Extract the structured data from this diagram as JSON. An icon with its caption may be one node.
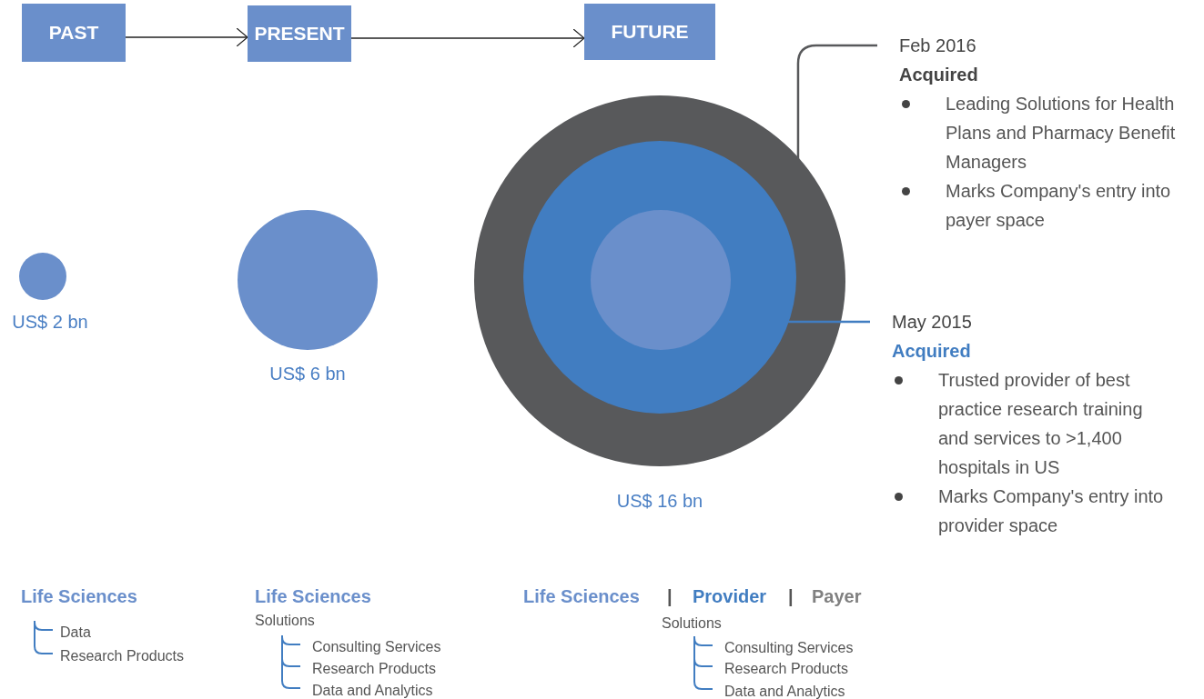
{
  "diagram": {
    "nodes": [
      {
        "text": [
          "PAST"
        ]
      },
      {
        "text": [
          "PRESENT"
        ]
      },
      {
        "text": [
          "FUTURE"
        ]
      },
      {
        "text": [],
        "shape": "circle",
        "beside": [
          "US$ 2 bn"
        ]
      },
      {
        "text": [],
        "shape": "circle",
        "beside": [
          "US$ 6 bn"
        ]
      },
      {
        "text": [],
        "shape": "circle",
        "beside": [
          "US$ 16 bn"
        ]
      },
      {
        "text": [],
        "shape": "circle",
        "in": 5
      },
      {
        "text": [],
        "shape": "circle",
        "in": 6
      },
      {
        "text": [
          "Feb 2016",
          "Acquired",
          "Leading Solutions for Health Plans and Pharmacy Benefit Managers",
          "Marks Company's entry into payer space"
        ]
      },
      {
        "text": [
          "May 2015",
          "Acquired",
          "Trusted provider of best practice research training and services to >1,400 hospitals in US",
          "Marks Company's entry into provider space"
        ]
      }
    ],
    "edges": [
      {
        "from": 0,
        "to": 1,
        "arrow": "to"
      },
      {
        "from": 1,
        "to": 2,
        "arrow": "to"
      },
      {
        "from": 5,
        "to": 8,
        "arrow": "none",
        "color": "#58595b"
      },
      {
        "from": 6,
        "to": 9,
        "arrow": "none",
        "color": "#417dc1"
      }
    ],
    "labels": [
      "Life Sciences",
      "Data",
      "Research Products",
      "Life Sciences",
      "Solutions",
      "Consulting Services",
      "Research Products",
      "Data and Analytics",
      "Life Sciences",
      "|",
      "Provider",
      "|",
      "Payer",
      "Solutions",
      "Consulting Services",
      "Research Products",
      "Data and Analytics"
    ]
  }
}
